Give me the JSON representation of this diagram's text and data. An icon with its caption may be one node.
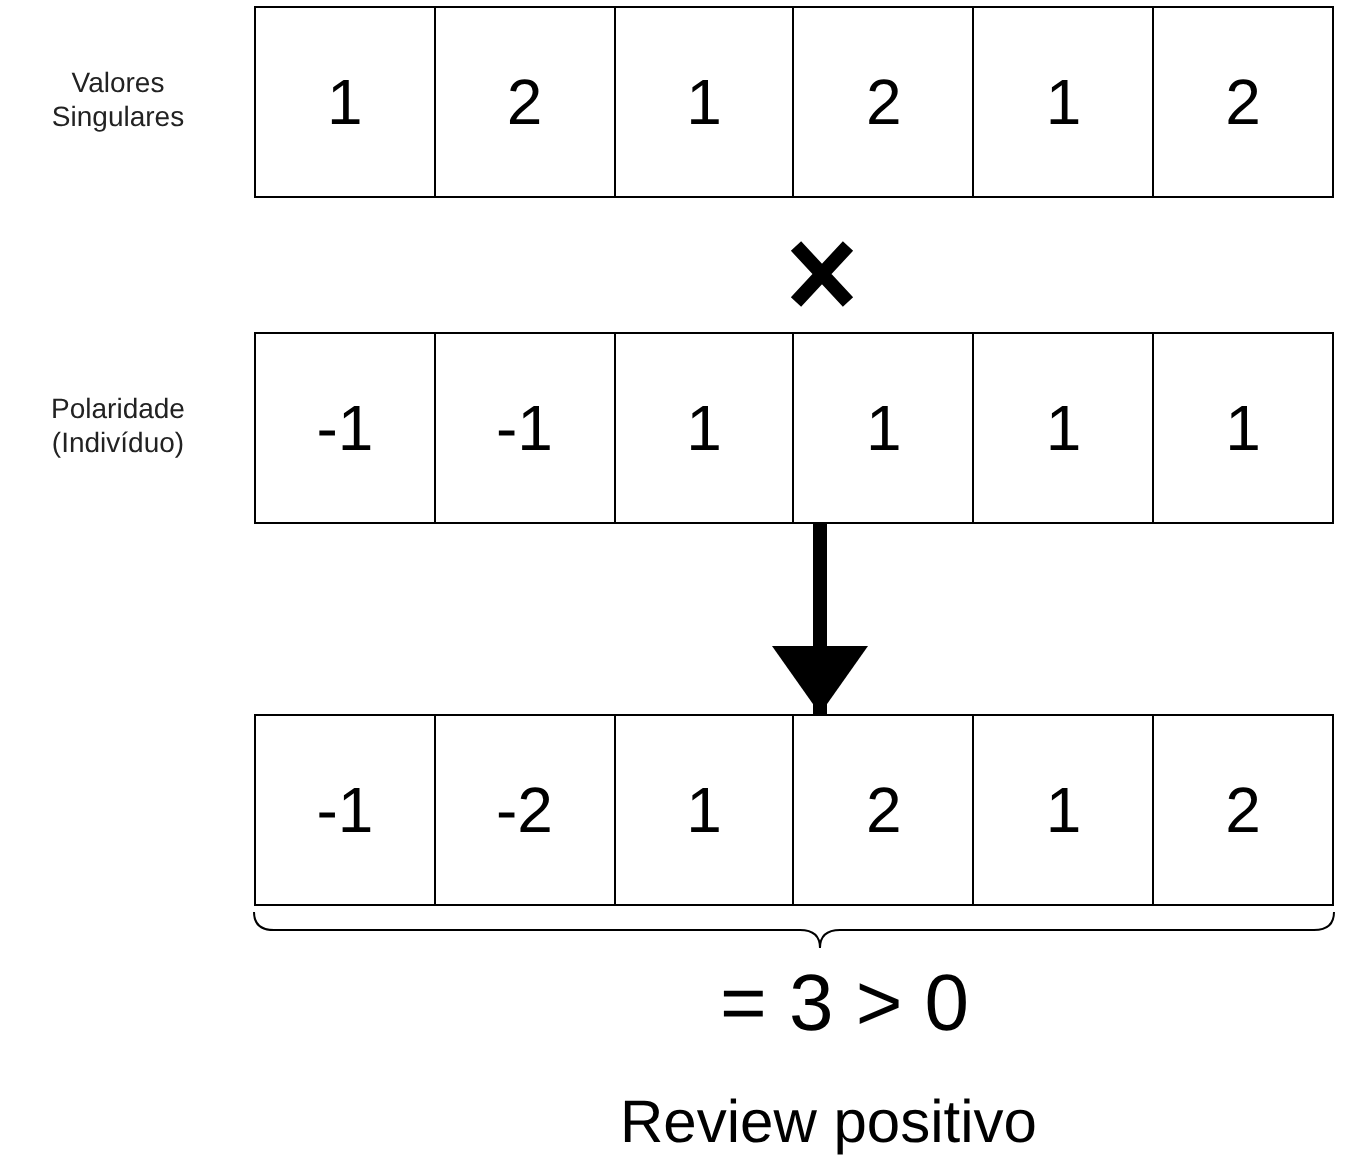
{
  "diagram": {
    "nodes": [
      {
        "text": [],
        "shape": "box",
        "beside": [
          "Valores Singulares"
        ]
      },
      {
        "text": [
          "1"
        ],
        "in": 0
      },
      {
        "text": [
          "2"
        ],
        "in": 0
      },
      {
        "text": [
          "1"
        ],
        "in": 0
      },
      {
        "text": [
          "2"
        ],
        "in": 0
      },
      {
        "text": [
          "1"
        ],
        "in": 0
      },
      {
        "text": [
          "2"
        ],
        "in": 0
      },
      {
        "text": [],
        "shape": "box",
        "beside": [
          "Polaridade (Indivíduo)"
        ]
      },
      {
        "text": [
          "-1"
        ],
        "in": 7
      },
      {
        "text": [
          "-1"
        ],
        "in": 7
      },
      {
        "text": [
          "1"
        ],
        "in": 7
      },
      {
        "text": [
          "1"
        ],
        "in": 7
      },
      {
        "text": [
          "1"
        ],
        "in": 7
      },
      {
        "text": [
          "1"
        ],
        "in": 7
      },
      {
        "text": [],
        "shape": "box"
      },
      {
        "text": [
          "-1"
        ],
        "in": 14
      },
      {
        "text": [
          "-2"
        ],
        "in": 14
      },
      {
        "text": [
          "1"
        ],
        "in": 14
      },
      {
        "text": [
          "2"
        ],
        "in": 14
      },
      {
        "text": [
          "1"
        ],
        "in": 14
      },
      {
        "text": [
          "2"
        ],
        "in": 14
      }
    ],
    "edges": [
      {
        "from": 7,
        "to": 14,
        "arrow": "to"
      }
    ],
    "labels": [
      "= 3 > 0",
      "Review positivo"
    ]
  }
}
